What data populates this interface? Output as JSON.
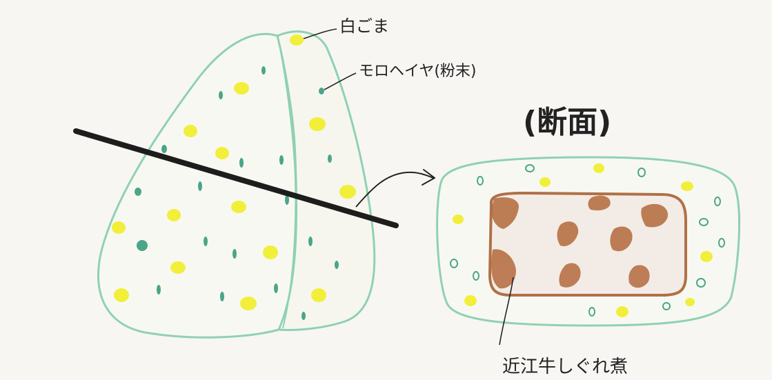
{
  "labels": {
    "sesame": "白ごま",
    "moroheiya": "モロヘイヤ(粉末)",
    "cross_section": "(断面)",
    "filling": "近江牛しぐれ煮"
  },
  "colors": {
    "paper": "#f7f6f3",
    "outline": "#8fd1b2",
    "sesame_dot": "#f1ef3a",
    "moroheiya_dot": "#4aa58a",
    "filling_fill": "#f3ece6",
    "filling_outline": "#b07046",
    "beef_chunk": "#b36a3c",
    "skewer": "#1d1d1d",
    "ink": "#222222"
  }
}
